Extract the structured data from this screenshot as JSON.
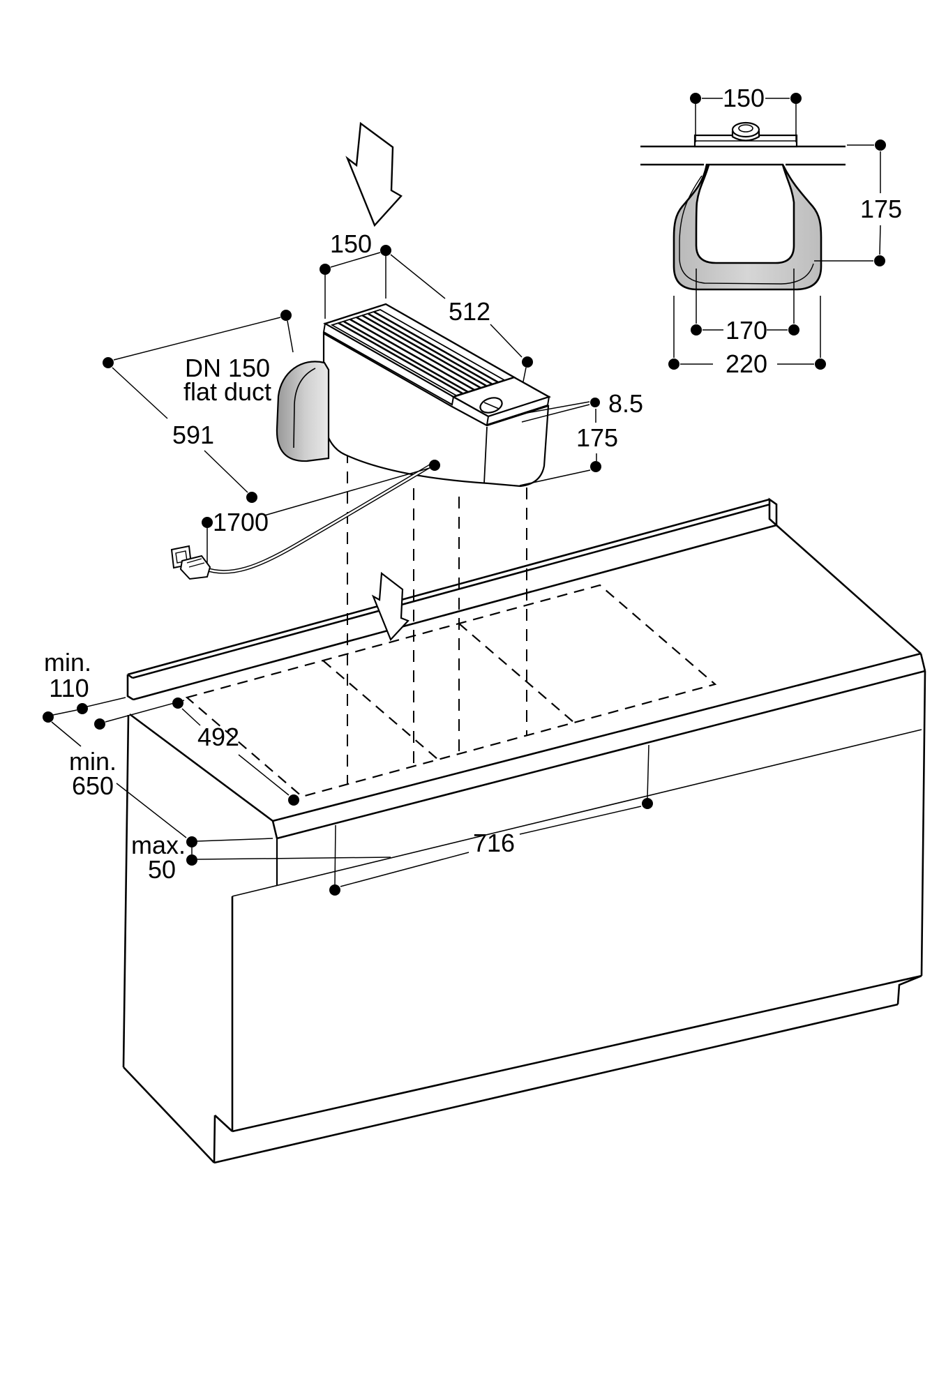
{
  "diagram": {
    "type": "installation-drawing",
    "colors": {
      "line": "#000000",
      "duct_dark": "#9a9a9a",
      "duct_light": "#e6e6e6",
      "section_gray": "#c4c4c4"
    },
    "labels": {
      "appliance_width": "150",
      "grille_length": "512",
      "total_length": "591",
      "cable_length": "1700",
      "frame_height": "8.5",
      "body_depth": "175",
      "duct_line1": "DN 150",
      "duct_line2": "flat duct",
      "rear_min_label": "min.",
      "rear_min_value": "110",
      "cutout_depth": "492",
      "clearance_min_label": "min.",
      "clearance_min_value": "650",
      "overhang_max_label": "max.",
      "overhang_max_value": "50",
      "front_width": "716"
    },
    "detail": {
      "top_width": "150",
      "depth": "175",
      "inner_width": "170",
      "outer_width": "220"
    }
  }
}
